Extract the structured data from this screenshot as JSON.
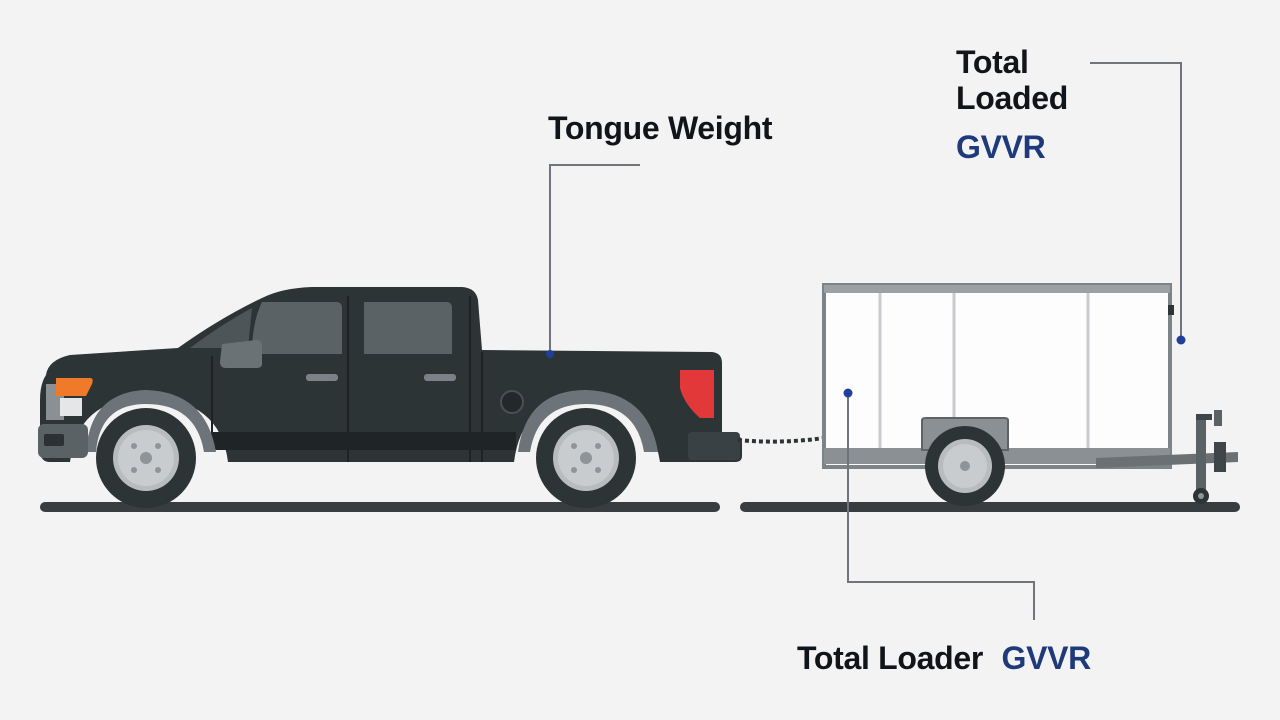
{
  "labels": {
    "tongue_weight": "Tongue Weight",
    "top_right_line1": "Total",
    "top_right_line2": "Loaded",
    "top_right_rating": "GVVR",
    "bottom_text": "Total Loader",
    "bottom_rating": "GVVR"
  },
  "colors": {
    "background": "#f3f3f3",
    "truck_body": "#2d3436",
    "truck_trim": "#7b8186",
    "label_text": "#111418",
    "accent_text": "#1f3a7a",
    "leader_dot": "#1f3f9a",
    "tail_light": "#e2383a",
    "head_light": "#f07a2a"
  },
  "icons": {
    "truck": "pickup-truck-illustration",
    "trailer": "enclosed-trailer-illustration"
  }
}
